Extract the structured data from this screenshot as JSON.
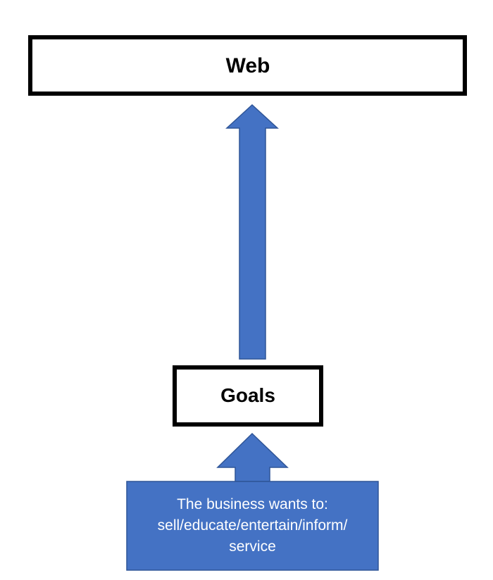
{
  "diagram": {
    "web_box": {
      "label": "Web"
    },
    "goals_box": {
      "label": "Goals"
    },
    "business_box": {
      "lines": [
        "The business wants to:",
        "sell/educate/entertain/inform/",
        "service"
      ]
    },
    "arrows": [
      {
        "from": "goals",
        "to": "web"
      },
      {
        "from": "business",
        "to": "goals"
      }
    ]
  },
  "colors": {
    "arrow_fill": "#4472C4",
    "arrow_stroke": "#2F5597",
    "box_border": "#000000",
    "text_dark": "#000000",
    "text_light": "#FFFFFF"
  }
}
